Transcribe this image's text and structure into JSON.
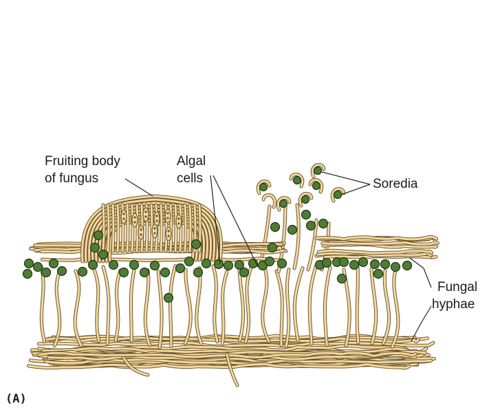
{
  "colors": {
    "hypha_fill": "#f5d99e",
    "hypha_stroke": "#6a5530",
    "algae_fill": "#4f7c35",
    "algae_stroke": "#1d3313",
    "leader": "#222222"
  },
  "labels": {
    "fruiting_body_line1": "Fruiting body",
    "fruiting_body_line2": "of fungus",
    "algal_line1": "Algal",
    "algal_line2": "cells",
    "soredia": "Soredia",
    "fungal_line1": "Fungal",
    "fungal_line2": "hyphae",
    "panel": "(A)"
  }
}
